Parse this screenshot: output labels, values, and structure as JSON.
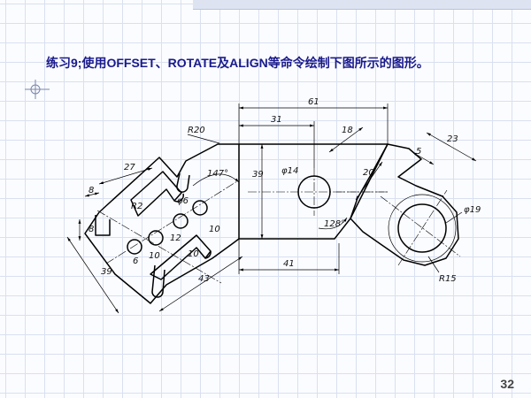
{
  "slide": {
    "title": "练习9;使用OFFSET、ROTATE及ALIGN等命令绘制下图所示的图形。",
    "page_number": "32"
  },
  "drawing": {
    "dimensions": {
      "d61": "61",
      "d31": "31",
      "d18": "18",
      "d23": "23",
      "d5": "5",
      "d20": "20",
      "r20": "R20",
      "d27": "27",
      "a147": "147°",
      "d39": "39",
      "phi14": "φ14",
      "phi6": "φ6",
      "d8top": "8",
      "r2": "R2",
      "d8": "8",
      "d10a": "10",
      "d12": "12",
      "d10b": "10",
      "d6": "6",
      "d10c": "10",
      "d39left": "39",
      "a128": "128°",
      "phi19": "φ19",
      "d41": "41",
      "d43": "43",
      "r15": "R15"
    }
  }
}
